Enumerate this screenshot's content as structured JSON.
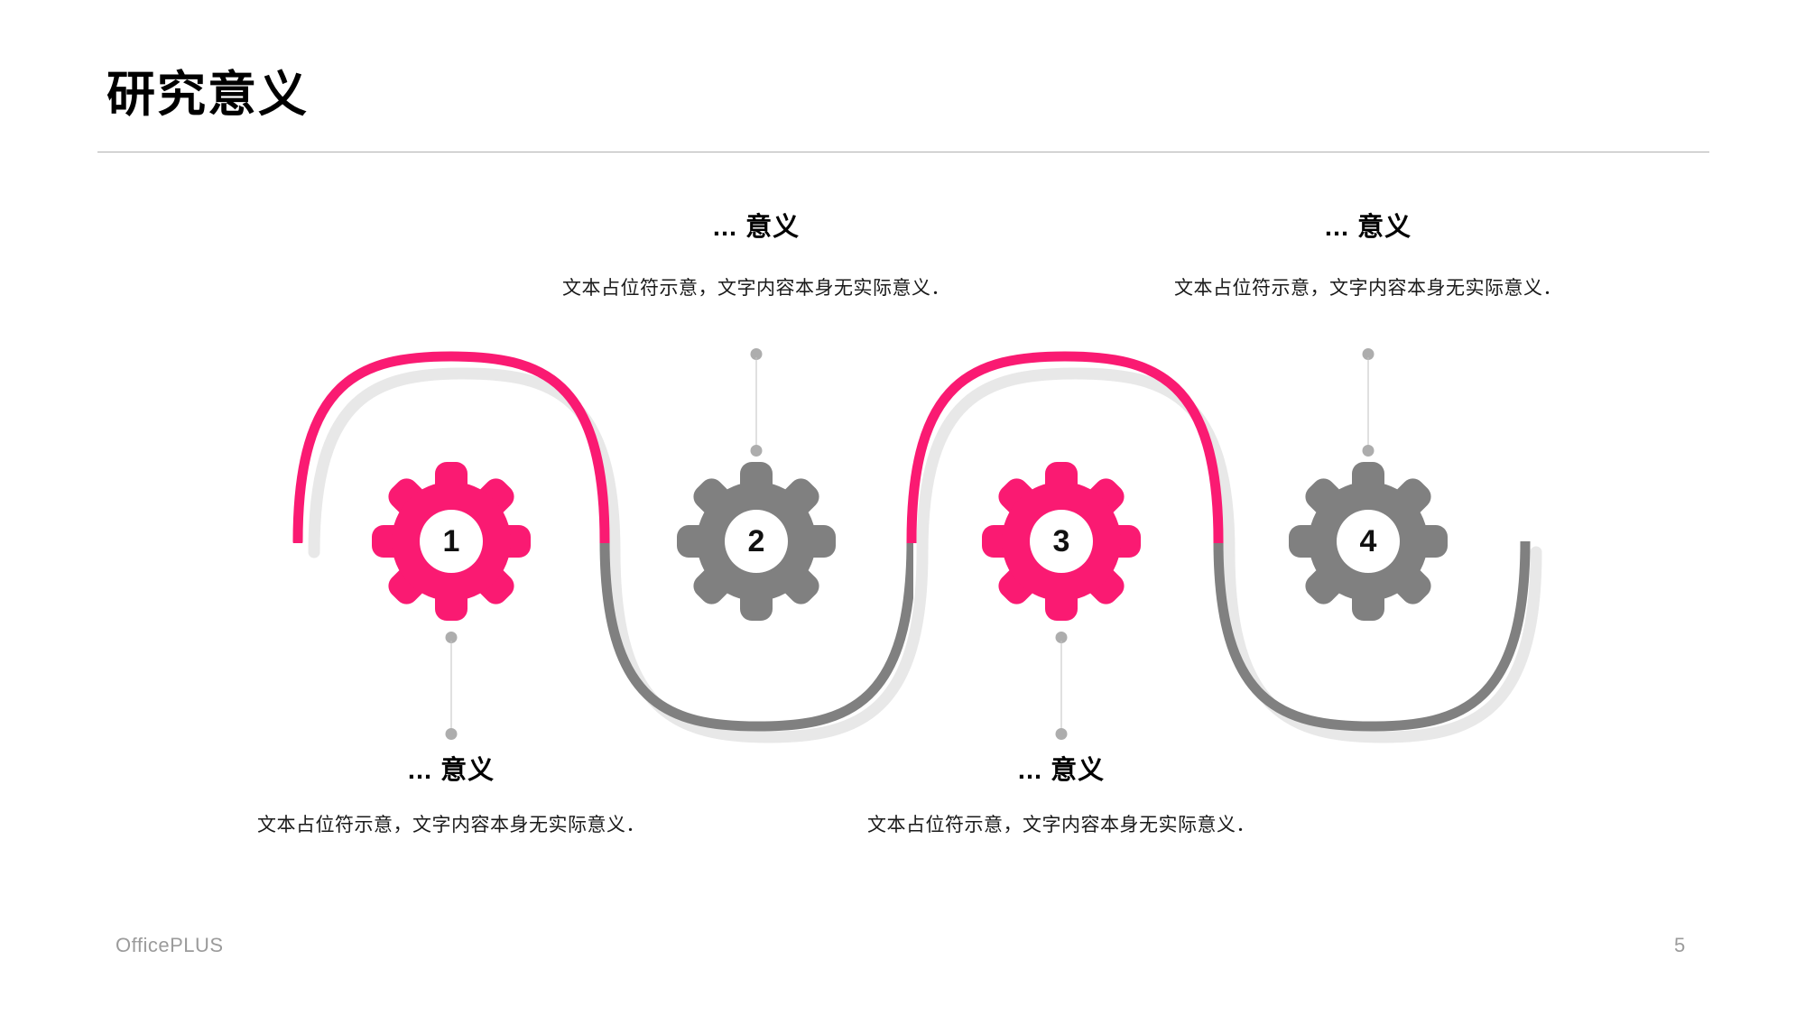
{
  "header": {
    "title": "研究意义"
  },
  "colors": {
    "accent_pink": "#FA1A72",
    "gray": "#808080",
    "shadow_gray": "#E8E8E8",
    "connector_gray": "#ADADAD",
    "divider": "#B0B0B0",
    "footer_text": "#9B9B9B"
  },
  "items": [
    {
      "number": "1",
      "title": "... 意义",
      "body": "文本占位符示意，文字内容本身无实际意义．",
      "color": "#FA1A72",
      "position": "bottom"
    },
    {
      "number": "2",
      "title": "... 意义",
      "body": "文本占位符示意，文字内容本身无实际意义．",
      "color": "#808080",
      "position": "top"
    },
    {
      "number": "3",
      "title": "... 意义",
      "body": "文本占位符示意，文字内容本身无实际意义．",
      "color": "#FA1A72",
      "position": "bottom"
    },
    {
      "number": "4",
      "title": "... 意义",
      "body": "文本占位符示意，文字内容本身无实际意义．",
      "color": "#808080",
      "position": "top"
    }
  ],
  "footer": {
    "brand": "OfficePLUS",
    "page_number": "5"
  }
}
